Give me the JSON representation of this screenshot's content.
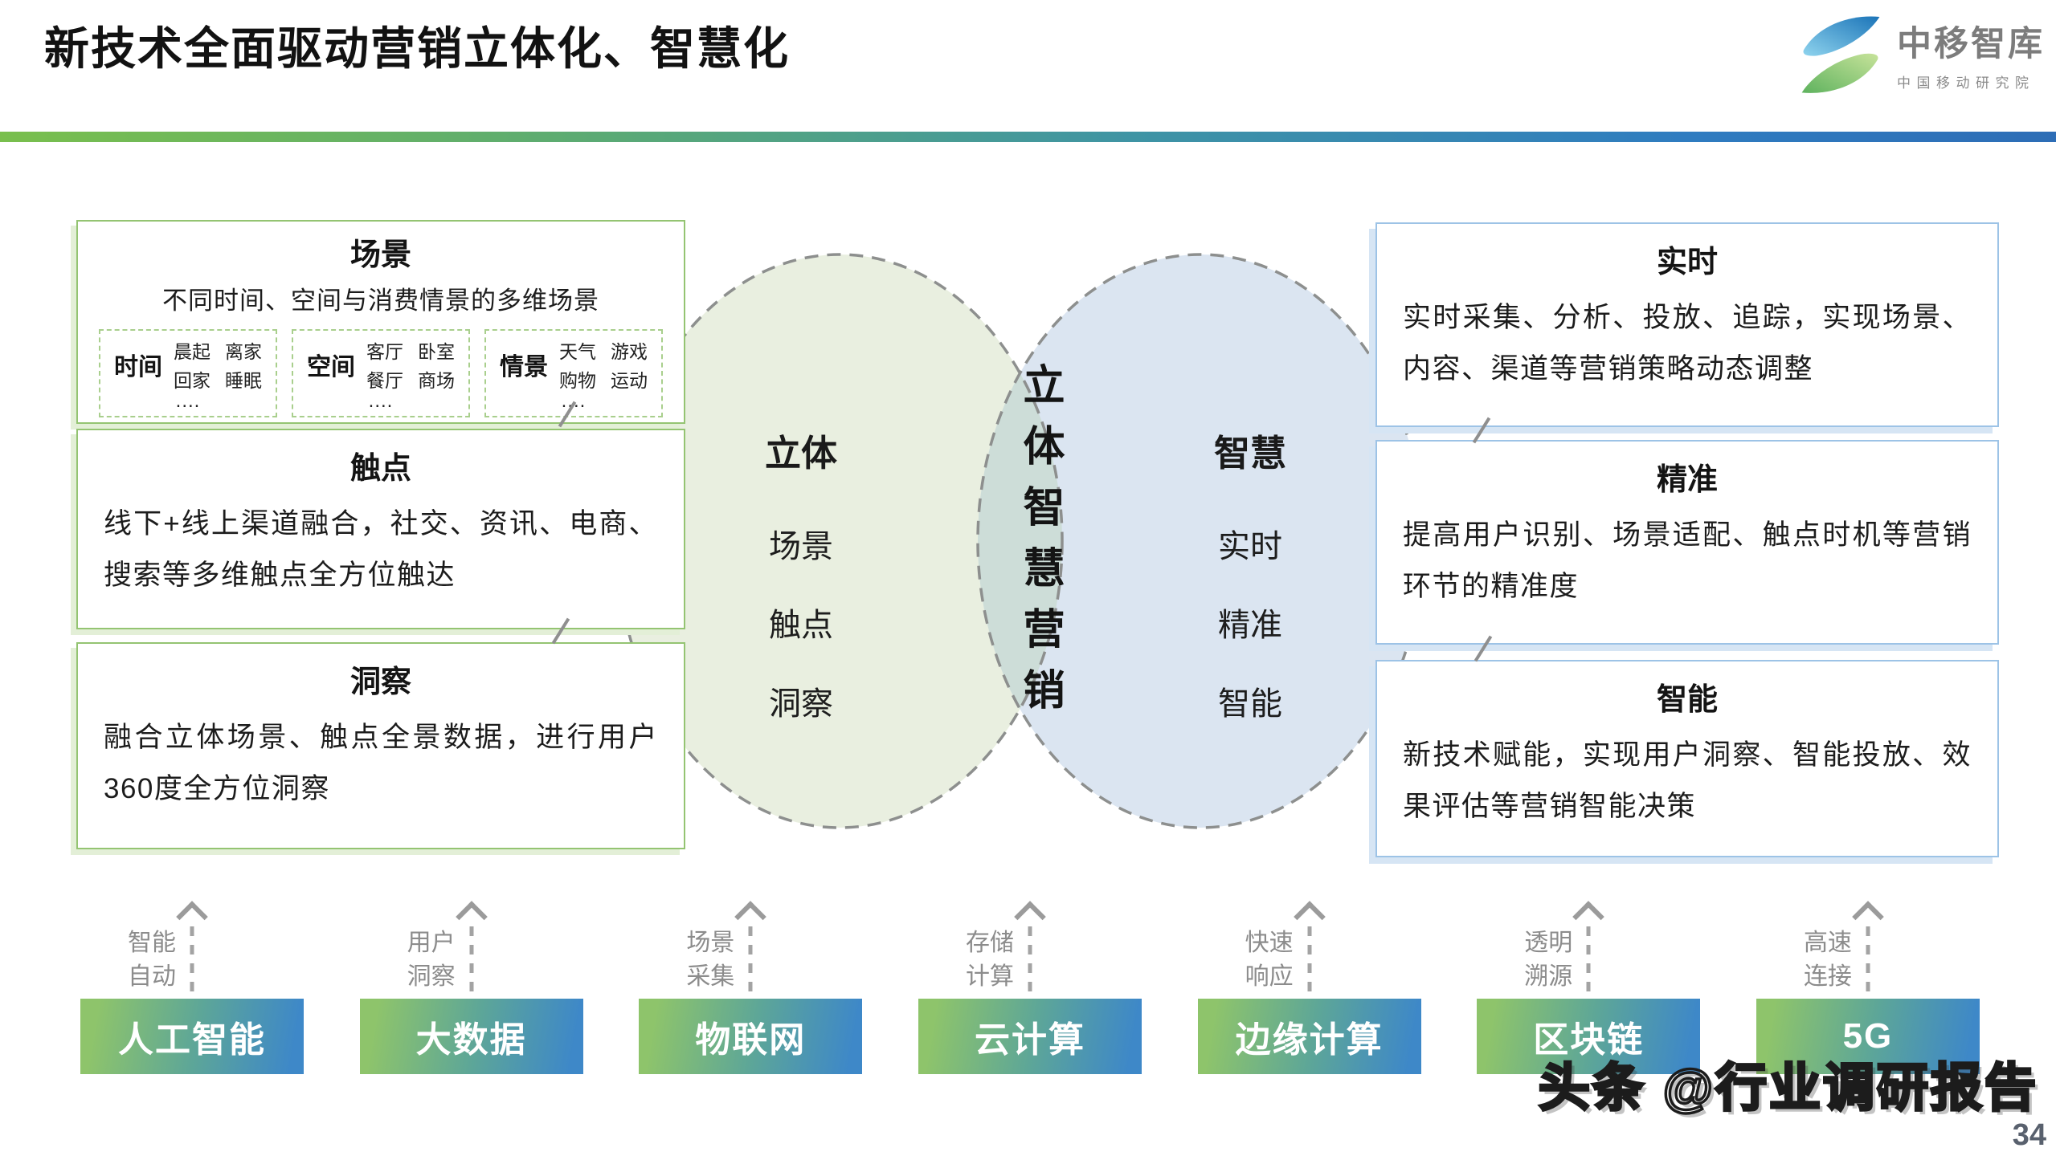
{
  "header": {
    "title": "新技术全面驱动营销立体化、智慧化",
    "logo": {
      "name": "中移智库",
      "subtitle": "中国移动研究院"
    }
  },
  "left_boxes": [
    {
      "title": "场景",
      "desc": "不同时间、空间与消费情景的多维场景",
      "sub_boxes": [
        {
          "label": "时间",
          "items": [
            "晨起",
            "离家",
            "回家",
            "睡眠"
          ],
          "more": "...."
        },
        {
          "label": "空间",
          "items": [
            "客厅",
            "卧室",
            "餐厅",
            "商场"
          ],
          "more": "...."
        },
        {
          "label": "情景",
          "items": [
            "天气",
            "游戏",
            "购物",
            "运动"
          ],
          "more": "...."
        }
      ]
    },
    {
      "title": "触点",
      "desc": "线下+线上渠道融合，社交、资讯、电商、搜索等多维触点全方位触达"
    },
    {
      "title": "洞察",
      "desc": "融合立体场景、触点全景数据，进行用户360度全方位洞察"
    }
  ],
  "venn": {
    "left_label": "立体",
    "left_items": [
      "场景",
      "触点",
      "洞察"
    ],
    "center_text": "立体智慧营销",
    "right_label": "智慧",
    "right_items": [
      "实时",
      "精准",
      "智能"
    ]
  },
  "right_boxes": [
    {
      "title": "实时",
      "desc": "实时采集、分析、投放、追踪，实现场景、内容、渠道等营销策略动态调整"
    },
    {
      "title": "精准",
      "desc": "提高用户识别、场景适配、触点时机等营销环节的精准度"
    },
    {
      "title": "智能",
      "desc": "新技术赋能，实现用户洞察、智能投放、效果评估等营销智能决策"
    }
  ],
  "technologies": [
    {
      "label": "人工智能",
      "benefit_lines": [
        "智能",
        "自动"
      ]
    },
    {
      "label": "大数据",
      "benefit_lines": [
        "用户",
        "洞察"
      ]
    },
    {
      "label": "物联网",
      "benefit_lines": [
        "场景",
        "采集"
      ]
    },
    {
      "label": "云计算",
      "benefit_lines": [
        "存储",
        "计算"
      ]
    },
    {
      "label": "边缘计算",
      "benefit_lines": [
        "快速",
        "响应"
      ]
    },
    {
      "label": "区块链",
      "benefit_lines": [
        "透明",
        "溯源"
      ]
    },
    {
      "label": "5G",
      "benefit_lines": [
        "高速",
        "连接"
      ]
    }
  ],
  "footer": {
    "watermark": "头条 @行业调研报告",
    "page_number": "34"
  },
  "colors": {
    "green_border": "#94c472",
    "blue_border": "#9dc3e6",
    "venn_left_fill": "#e9efe0",
    "venn_right_fill": "#dbe5f1",
    "venn_overlap_fill": "#cdddd8",
    "venn_dash_stroke": "#8d8f8e",
    "button_gradient_start": "#8ec46b",
    "button_gradient_end": "#3e88c8",
    "top_bar_gradient_start": "#79bf4d",
    "top_bar_gradient_end": "#2d6db6",
    "gray_text": "#8c8c8c"
  }
}
